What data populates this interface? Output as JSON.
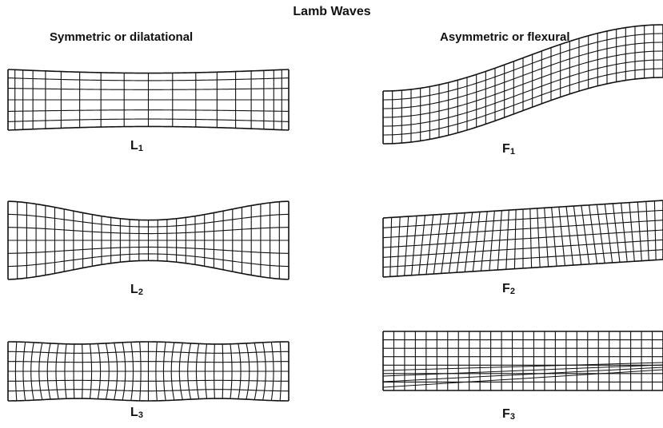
{
  "title": "Lamb Waves",
  "columns": {
    "left": "Symmetric or dilatational",
    "right": "Asymmetric or flexural"
  },
  "modes": [
    {
      "id": "L1",
      "base": "L",
      "sub": "1",
      "family": "symmetric"
    },
    {
      "id": "L2",
      "base": "L",
      "sub": "2",
      "family": "symmetric"
    },
    {
      "id": "L3",
      "base": "L",
      "sub": "3",
      "family": "symmetric"
    },
    {
      "id": "F1",
      "base": "F",
      "sub": "1",
      "family": "flexural"
    },
    {
      "id": "F2",
      "base": "F",
      "sub": "2",
      "family": "flexural"
    },
    {
      "id": "F3",
      "base": "F",
      "sub": "3",
      "family": "flexural"
    }
  ],
  "colors": {
    "line": "#111111",
    "background": "#ffffff"
  }
}
